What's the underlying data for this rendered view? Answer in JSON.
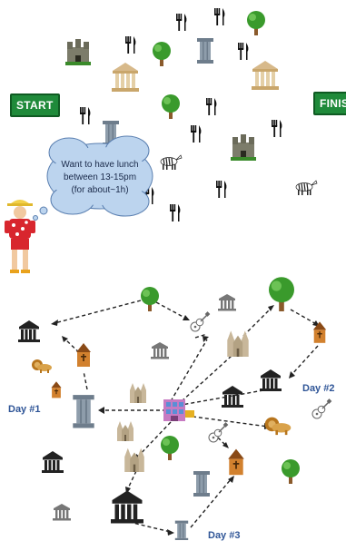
{
  "top_panel": {
    "start_label": "START",
    "finish_label": "FINISH",
    "speech_bubble": "Want to have lunch between 13-15pm (for about~1h)"
  },
  "bottom_panel": {
    "day_labels": [
      "Day #1",
      "Day #2",
      "Day #3"
    ]
  },
  "colors": {
    "sign_green": "#1f8a3a",
    "bubble_fill": "#bcd4ee",
    "day_label_blue": "#2f5597"
  },
  "icons": [
    "restaurant-fork-knife-icon",
    "tree-icon",
    "museum-icon",
    "column-icon",
    "castle-icon",
    "cathedral-icon",
    "church-icon",
    "lion-icon",
    "zebra-icon",
    "guitar-icon",
    "hotel-icon",
    "tourist-person-icon"
  ]
}
